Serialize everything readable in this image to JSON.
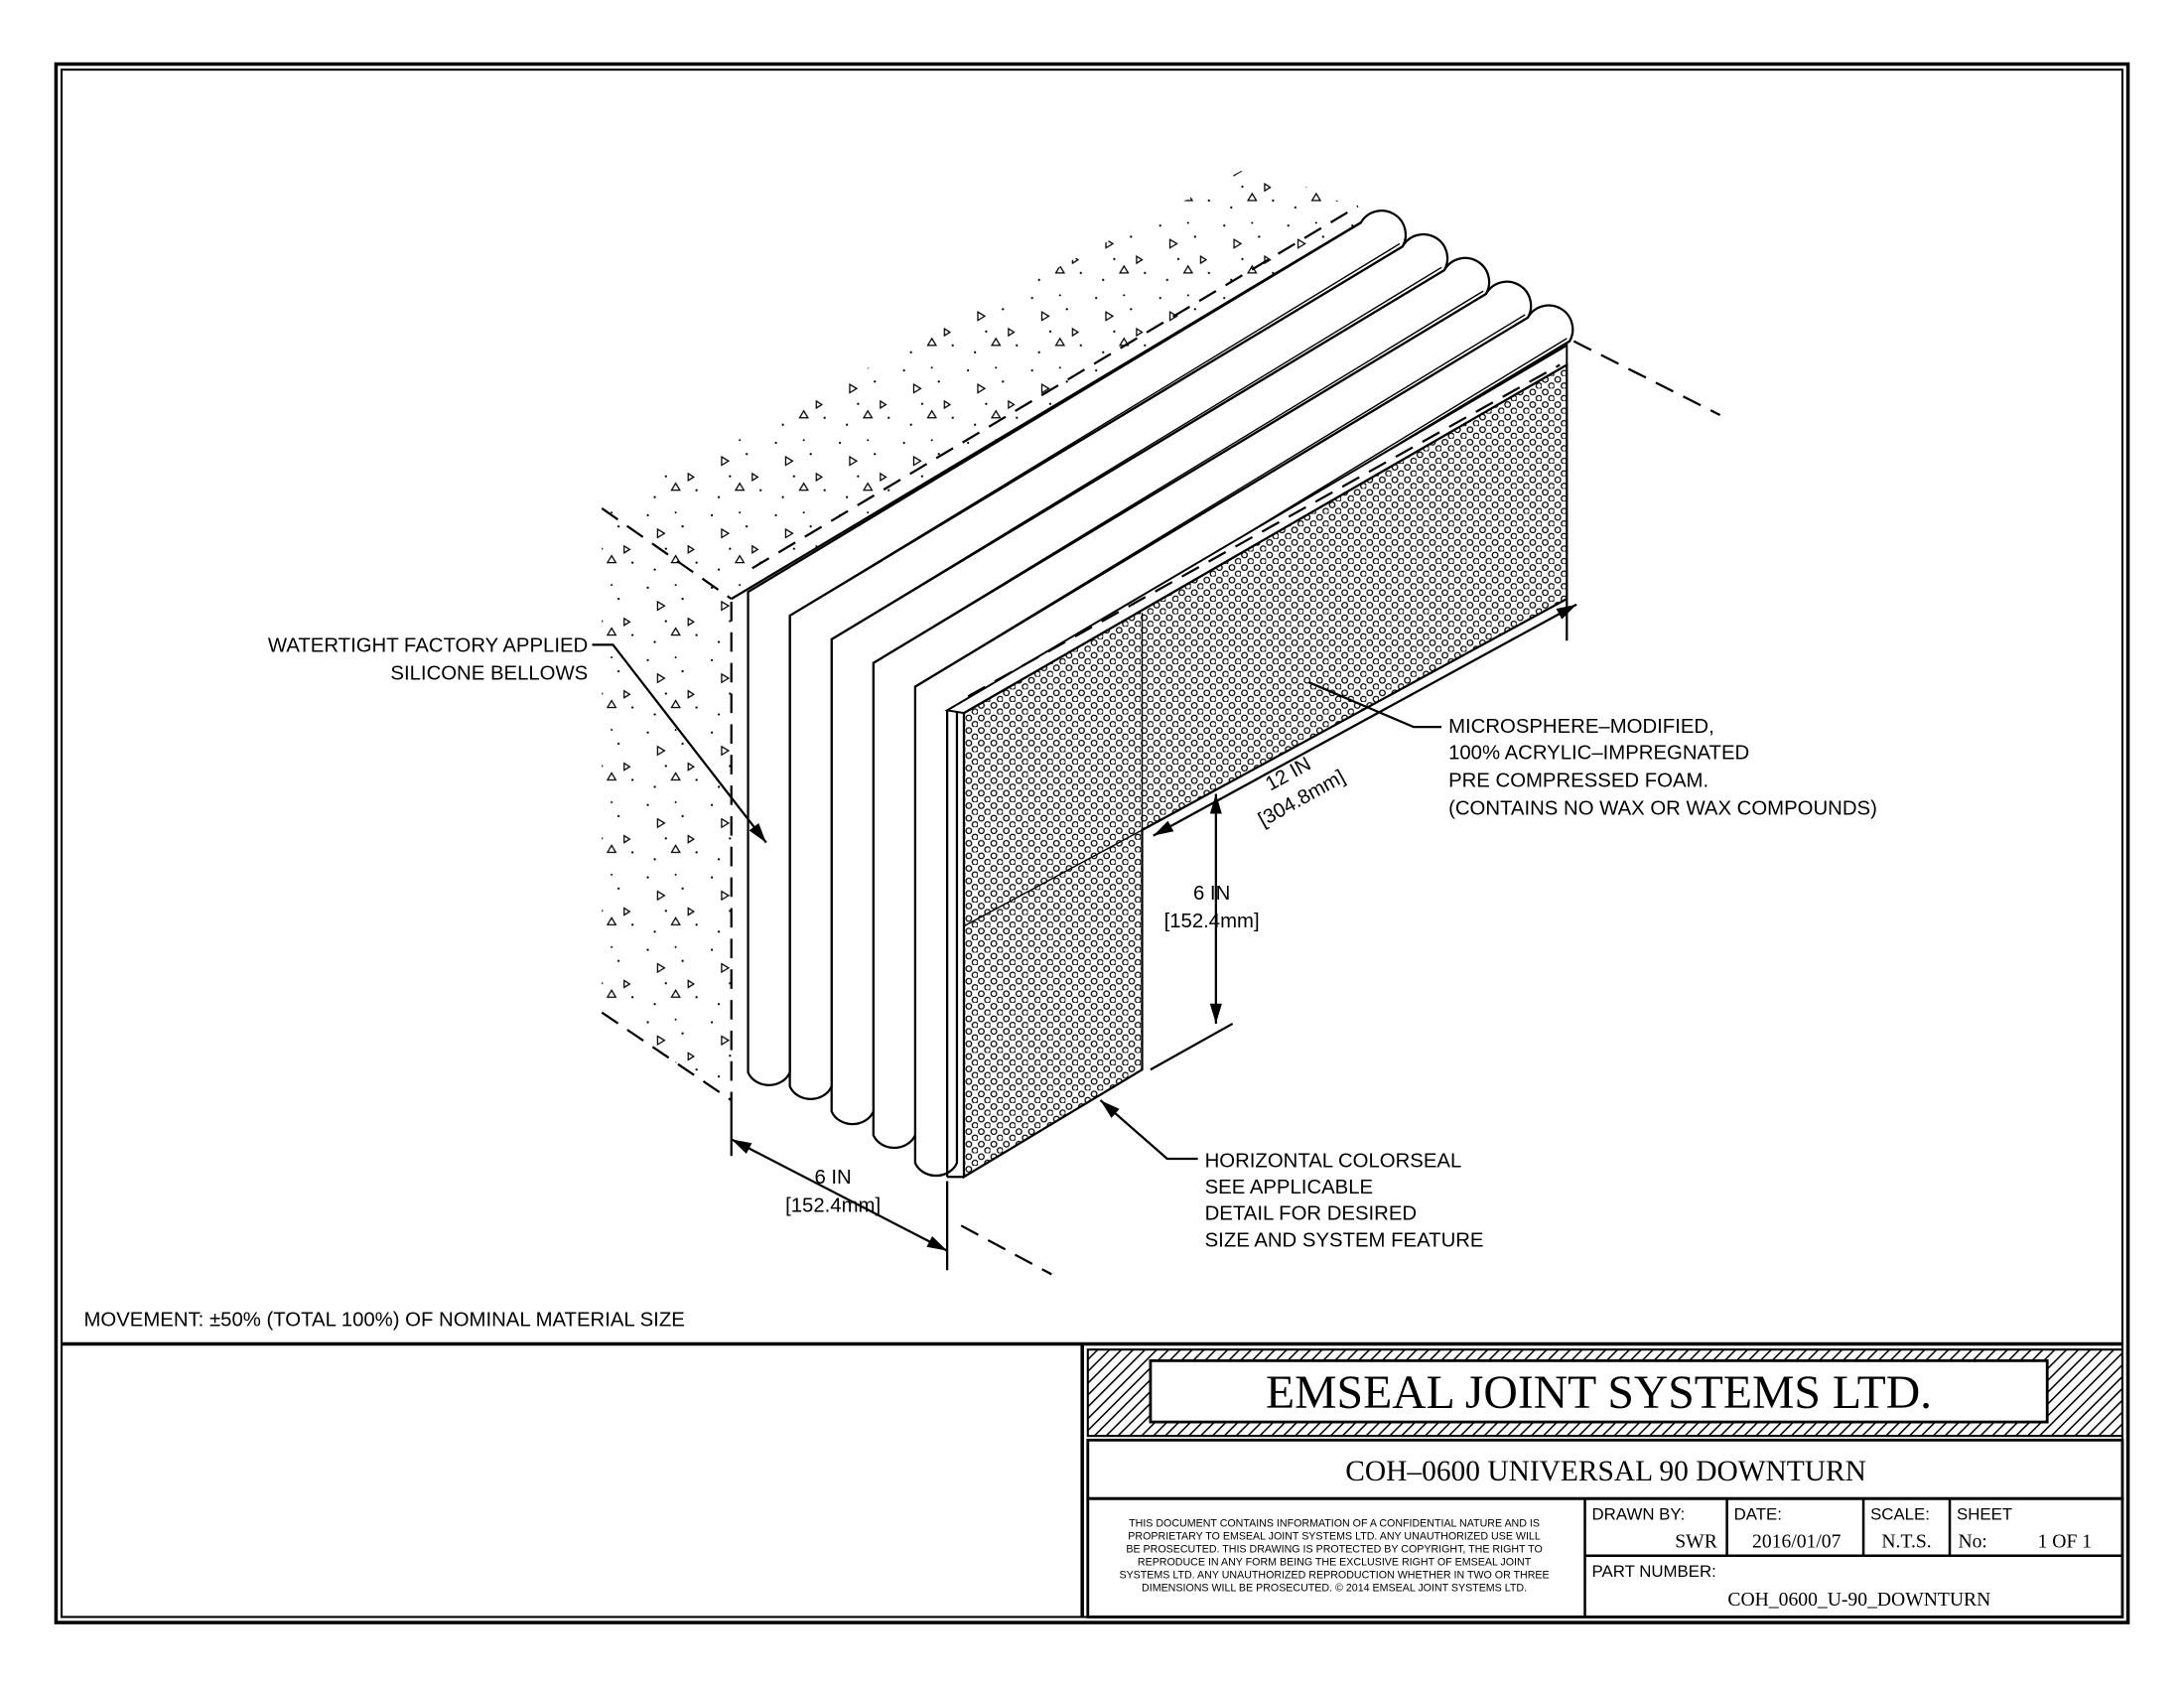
{
  "drawing": {
    "labels": {
      "bellows": [
        "WATERTIGHT FACTORY APPLIED",
        "SILICONE BELLOWS"
      ],
      "foam": [
        "MICROSPHERE–MODIFIED,",
        "100% ACRYLIC–IMPREGNATED",
        "PRE COMPRESSED FOAM.",
        "(CONTAINS NO WAX OR WAX COMPOUNDS)"
      ],
      "colorseal": [
        "HORIZONTAL COLORSEAL",
        "SEE APPLICABLE",
        "DETAIL FOR DESIRED",
        "SIZE AND SYSTEM FEATURE"
      ]
    },
    "dimensions": {
      "depth": {
        "value": "12 IN",
        "metric": "[304.8mm]"
      },
      "height": {
        "value": "6 IN",
        "metric": "[152.4mm]"
      },
      "width": {
        "value": "6 IN",
        "metric": "[152.4mm]"
      }
    },
    "movement_note": "MOVEMENT: ±50% (TOTAL 100%) OF NOMINAL MATERIAL SIZE"
  },
  "title_block": {
    "company": "EMSEAL JOINT SYSTEMS LTD.",
    "title": "COH–0600 UNIVERSAL 90 DOWNTURN",
    "legal": [
      "THIS DOCUMENT CONTAINS INFORMATION OF A CONFIDENTIAL NATURE AND IS",
      "PROPRIETARY TO EMSEAL JOINT SYSTEMS LTD. ANY UNAUTHORIZED USE WILL",
      "BE PROSECUTED. THIS DRAWING IS PROTECTED BY COPYRIGHT, THE RIGHT TO",
      "REPRODUCE IN ANY FORM BEING THE EXCLUSIVE RIGHT OF EMSEAL JOINT",
      "SYSTEMS LTD. ANY UNAUTHORIZED REPRODUCTION WHETHER IN TWO OR THREE",
      "DIMENSIONS WILL BE PROSECUTED. © 2014 EMSEAL JOINT SYSTEMS LTD."
    ],
    "drawn_by_label": "DRAWN BY:",
    "drawn_by": "SWR",
    "date_label": "DATE:",
    "date": "2016/01/07",
    "scale_label": "SCALE:",
    "scale": "N.T.S.",
    "sheet_label": "SHEET",
    "sheet_no_label": "No:",
    "sheet": "1 OF 1",
    "part_number_label": "PART NUMBER:",
    "part_number": "COH_0600_U-90_DOWNTURN"
  }
}
